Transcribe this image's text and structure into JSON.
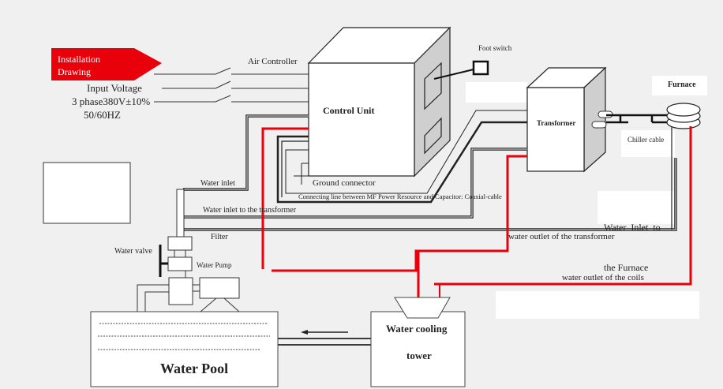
{
  "banner": {
    "line1": "Installation",
    "line2": "Drawing",
    "color": "#e8000b"
  },
  "power": {
    "input_voltage": "Input Voltage",
    "phase": "3 phase380V±10%",
    "freq": "50/60HZ",
    "air_controller": "Air Controller"
  },
  "components": {
    "control_unit": "Control Unit",
    "foot_switch": "Foot switch",
    "transformer": "Transformer",
    "furnace": "Furnace",
    "chiller_cable": "Chiller cable",
    "water_valve": "Water valve",
    "water_pump": "Water Pump",
    "water_pool": "Water Pool",
    "cooling_tower_line1": "Water cooling",
    "cooling_tower_line2": "tower"
  },
  "pipes": {
    "ground_connector": "Ground connector",
    "coaxial": "Connecting line between MF Power Resource and Capacitor: Coaxial-cable",
    "water_inlet": "Water inlet",
    "water_inlet_transformer": "Water inlet to the transformer",
    "filter": "Filter",
    "water_outlet_transformer": "water outlet of the transformer",
    "water_outlet_coils": "water outlet of the coils",
    "water_inlet_furnace_line1": "Water  Inlet  to",
    "water_inlet_furnace_line2": "the Furnace"
  },
  "colors": {
    "hot_pipe": "#e8000b",
    "line": "#222222",
    "background": "#f0f0f0",
    "side_panel": "#cfcfcf"
  }
}
